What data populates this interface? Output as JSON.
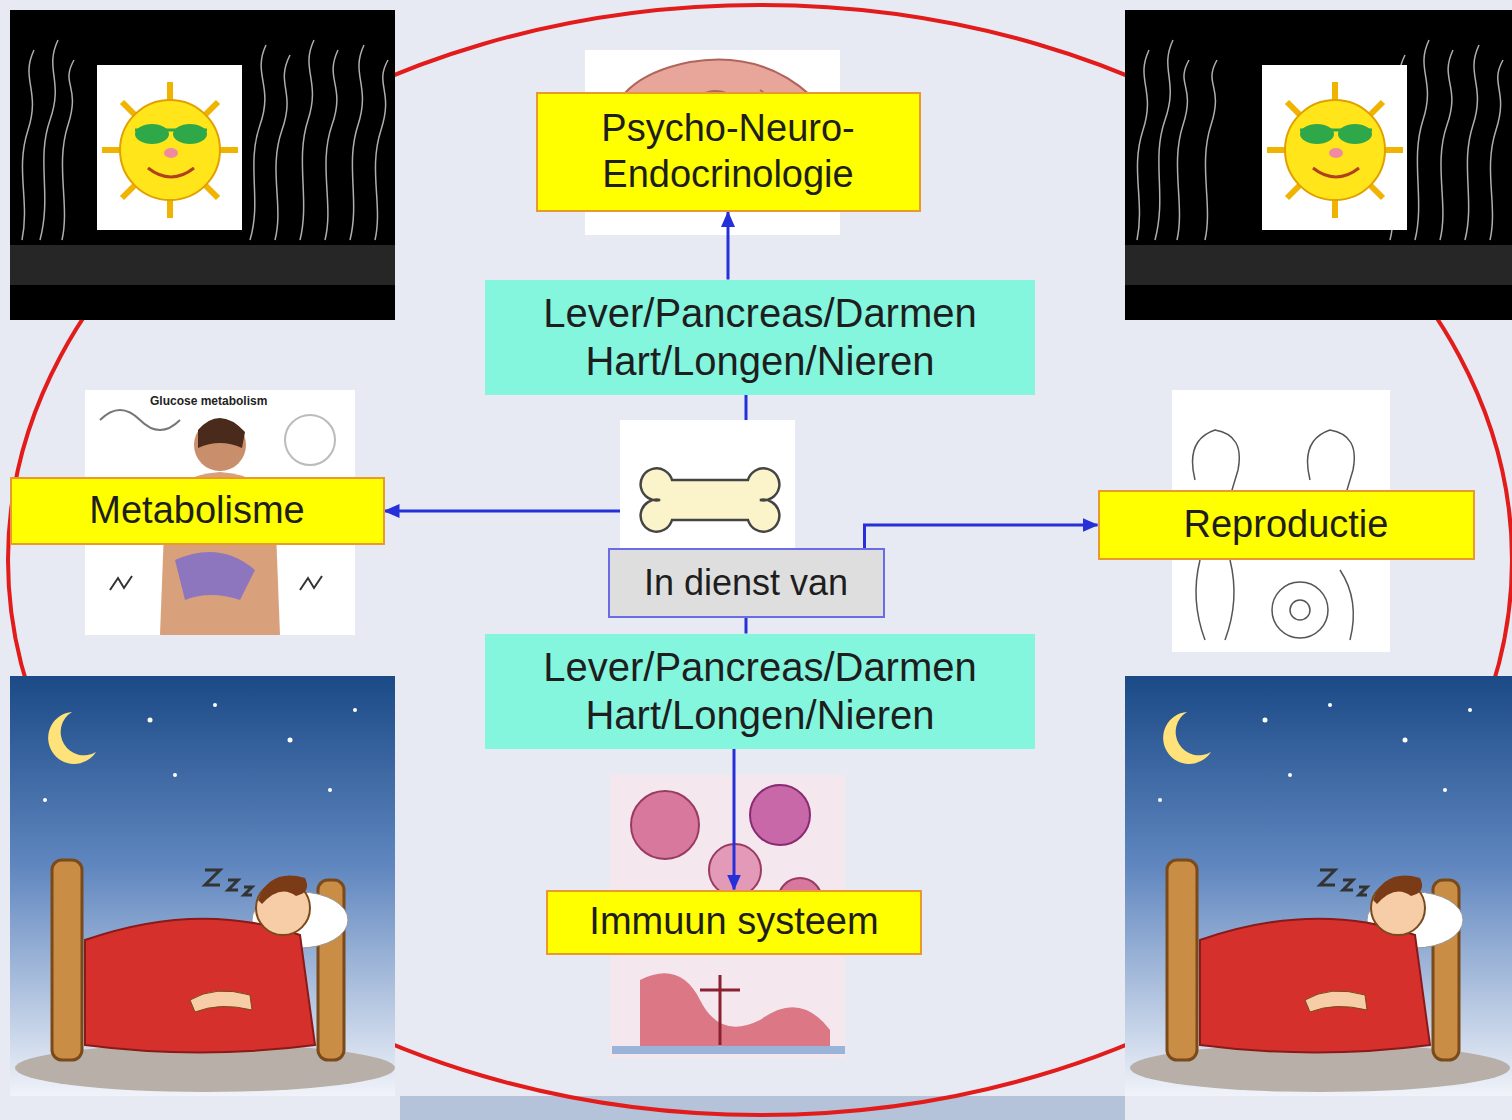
{
  "diagram": {
    "nodes": [
      {
        "text": [
          "Psycho-Neuro- Endocrinologie"
        ]
      },
      {
        "text": [
          "Lever/Pancreas/Darmen Hart/Longen/Nieren"
        ]
      },
      {
        "text": [
          "Metabolisme"
        ]
      },
      {
        "text": [
          "In dienst van"
        ]
      },
      {
        "text": [
          "Reproductie"
        ]
      },
      {
        "text": [
          "Lever/Pancreas/Darmen Hart/Longen/Nieren"
        ]
      },
      {
        "text": [
          "Immuun systeem"
        ]
      }
    ],
    "edges": [
      {
        "from": 1,
        "to": 0,
        "arrow": "to"
      },
      {
        "from": 3,
        "to": 1,
        "arrow": "none"
      },
      {
        "from": 3,
        "to": 2,
        "arrow": "to"
      },
      {
        "from": 3,
        "to": 4,
        "arrow": "to"
      },
      {
        "from": 3,
        "to": 5,
        "arrow": "none"
      },
      {
        "from": 5,
        "to": 6,
        "arrow": "to"
      }
    ],
    "labels": [
      "Glucose metabolism"
    ]
  }
}
